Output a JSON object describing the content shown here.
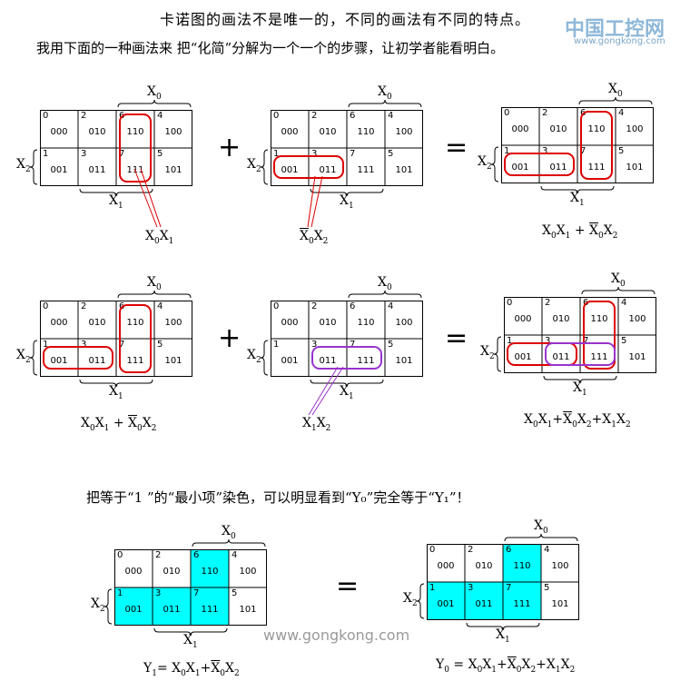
{
  "intro": {
    "line1": "卡诺图的画法不是唯一的，不同的画法有不同的特点。",
    "line2": "我用下面的一种画法来 把“化简”分解为一个一个的步骤，让初学者能看明白。",
    "line3": "把等于“1 ”的“最小项”染色，可以明显看到“Y₀”完全等于“Y₁”！"
  },
  "watermark": {
    "logo": "中国工控网",
    "url": "www.gongkong.com",
    "bottom": "www.gongkong.com"
  },
  "cells": [
    {
      "idx": "0",
      "bin": "000"
    },
    {
      "idx": "2",
      "bin": "010"
    },
    {
      "idx": "6",
      "bin": "110"
    },
    {
      "idx": "4",
      "bin": "100"
    },
    {
      "idx": "1",
      "bin": "001"
    },
    {
      "idx": "3",
      "bin": "011"
    },
    {
      "idx": "7",
      "bin": "111"
    },
    {
      "idx": "5",
      "bin": "101"
    }
  ],
  "axis": {
    "x0": "X0",
    "x1": "X1",
    "x2": "X2"
  },
  "operators": {
    "plus": "+",
    "equals": "="
  },
  "colors": {
    "loop_red": "#dd0000",
    "loop_purple": "#9933cc",
    "fill": "#00ffff"
  },
  "annotations": {
    "r1_first": "X0X1",
    "r1_second": "X̄0X2",
    "r1_result": "X0X1 + X̄0X2",
    "r2_first": "X0X1 + X̄0X2",
    "r2_second": "X1X2",
    "r2_result": "X0X1+X̄0X2+X1X2",
    "y1": "Y1= X0X1+X̄0X2",
    "y0": "Y0 = X0X1+X̄0X2+X1X2"
  }
}
